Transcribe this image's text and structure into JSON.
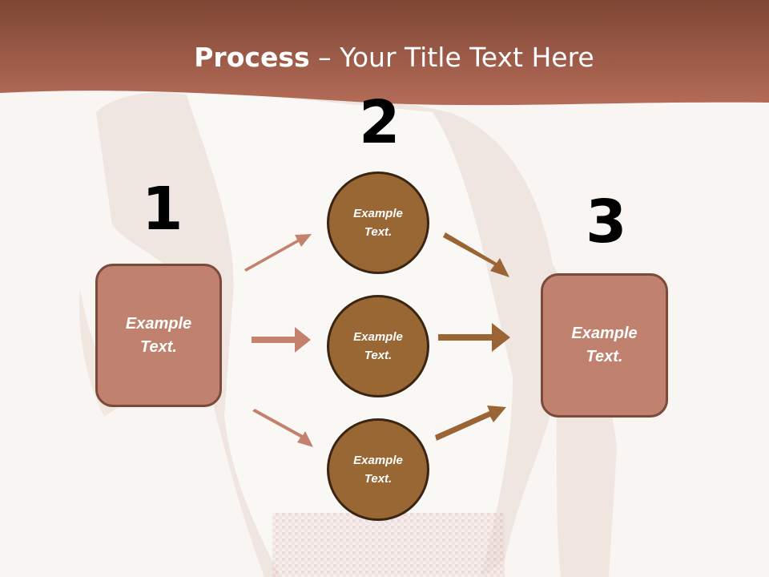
{
  "slide": {
    "title_bold": "Process",
    "title_rest": " – Your Title Text Here",
    "numbers": [
      "1",
      "2",
      "3"
    ],
    "left_box": "Example\nText.",
    "right_box": "Example\nText.",
    "circles": [
      "Example\nText.",
      "Example\nText.",
      "Example\nText."
    ]
  },
  "colors": {
    "header": "#a3604a",
    "box_fill": "#c0826e",
    "box_border": "#7a4a3a",
    "circle_fill": "#986734",
    "circle_border": "#3a2414",
    "arrow_left": "#c4826e",
    "arrow_right": "#9a6434"
  }
}
